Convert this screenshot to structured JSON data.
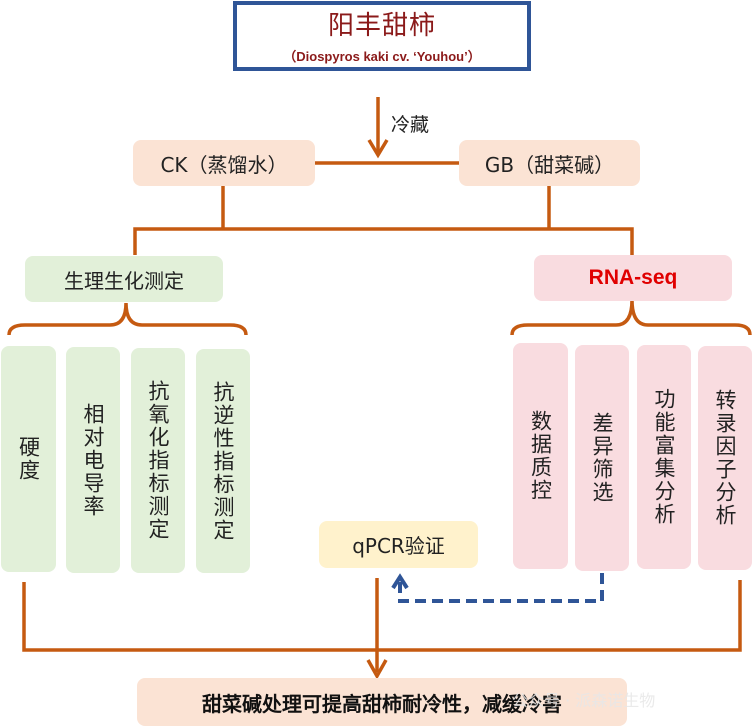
{
  "title": {
    "main": "阳丰甜柿",
    "sub": "（Diospyros kaki cv. ‘Youhou’）"
  },
  "process_label": "冷藏",
  "groups": {
    "control": "CK（蒸馏水）",
    "treatment": "GB（甜菜碱）"
  },
  "branches": {
    "physio": {
      "label": "生理生化测定",
      "items": [
        "硬度",
        "相对电导率",
        "抗氧化指标测定",
        "抗逆性指标测定"
      ]
    },
    "rnaseq": {
      "label": "RNA-seq",
      "items": [
        "数据质控",
        "差异筛选",
        "功能富集分析",
        "转录因子分析"
      ]
    }
  },
  "validation": "qPCR验证",
  "conclusion": "甜菜碱处理可提高甜柿耐冷性，减缓冷害",
  "watermark": "公众号 · 派森诺生物",
  "colors": {
    "connector": "#c55a11",
    "dashed_arrow": "#2f5597",
    "title_border": "#2f5597",
    "title_text": "#8b1a1a",
    "rna_text": "#e00000"
  }
}
